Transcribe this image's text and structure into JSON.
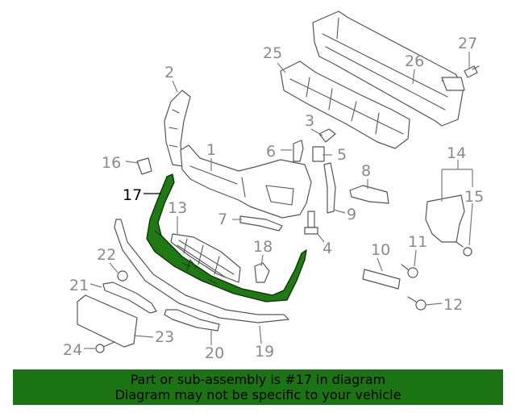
{
  "diagram": {
    "highlighted_part": "17",
    "callouts": [
      {
        "id": "c1",
        "label": "1"
      },
      {
        "id": "c2",
        "label": "2"
      },
      {
        "id": "c3",
        "label": "3"
      },
      {
        "id": "c4",
        "label": "4"
      },
      {
        "id": "c5",
        "label": "5"
      },
      {
        "id": "c6",
        "label": "6"
      },
      {
        "id": "c7",
        "label": "7"
      },
      {
        "id": "c8",
        "label": "8"
      },
      {
        "id": "c9",
        "label": "9"
      },
      {
        "id": "c10",
        "label": "10"
      },
      {
        "id": "c11",
        "label": "11"
      },
      {
        "id": "c12",
        "label": "12"
      },
      {
        "id": "c13",
        "label": "13"
      },
      {
        "id": "c14",
        "label": "14"
      },
      {
        "id": "c15",
        "label": "15"
      },
      {
        "id": "c16",
        "label": "16"
      },
      {
        "id": "c17",
        "label": "17"
      },
      {
        "id": "c18",
        "label": "18"
      },
      {
        "id": "c19",
        "label": "19"
      },
      {
        "id": "c20",
        "label": "20"
      },
      {
        "id": "c21",
        "label": "21"
      },
      {
        "id": "c22",
        "label": "22"
      },
      {
        "id": "c23",
        "label": "23"
      },
      {
        "id": "c24",
        "label": "24"
      },
      {
        "id": "c25",
        "label": "25"
      },
      {
        "id": "c26",
        "label": "26"
      },
      {
        "id": "c27",
        "label": "27"
      }
    ]
  },
  "banner": {
    "line1": "Part or sub-assembly is #17 in diagram",
    "line2": "Diagram may not be specific to your vehicle"
  },
  "colors": {
    "highlight": "#1f7a14",
    "banner": "#1c7313",
    "line_art": "#555555",
    "callout_text": "#8a8a8a"
  }
}
